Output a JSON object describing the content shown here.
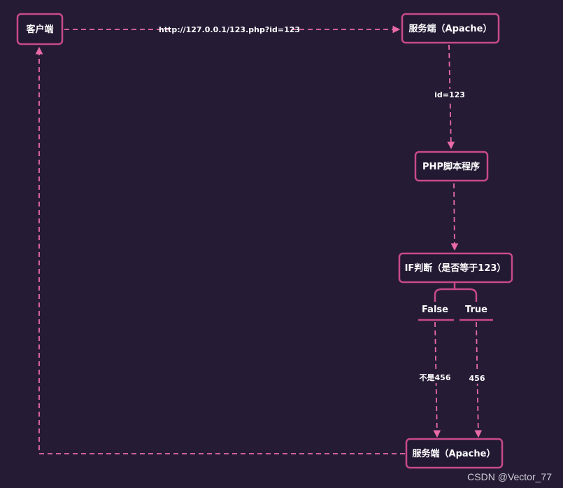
{
  "theme": {
    "background": "#251b35",
    "node_fill": "#221933",
    "node_border": "#c84a8a",
    "edge_color": "#e86aa6",
    "text_color": "#ffffff"
  },
  "nodes": {
    "client": "客户端",
    "server_top": "服务端（Apache）",
    "php": "PHP脚本程序",
    "if_check": "IF判断（是否等于123）",
    "server_bottom": "服务端（Apache）"
  },
  "branches": {
    "false_label": "False",
    "true_label": "True"
  },
  "edges": {
    "request_url": "http://127.0.0.1/123.php?id=123",
    "param": "id=123",
    "false_result": "不是456",
    "true_result": "456"
  },
  "watermark": "CSDN @Vector_77"
}
